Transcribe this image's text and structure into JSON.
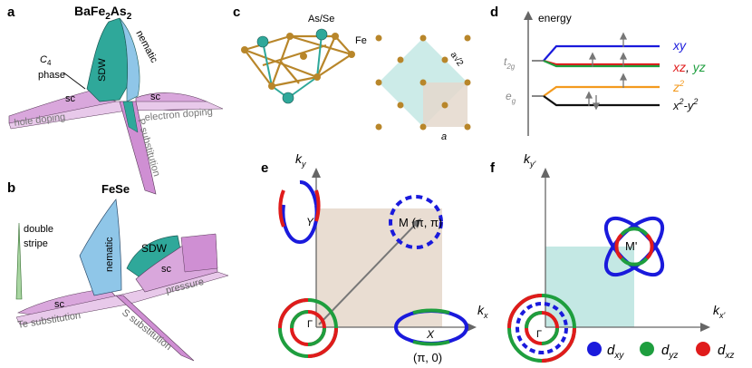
{
  "panels": {
    "a": {
      "letter": "a",
      "compound": "BaFe",
      "sub1": "2",
      "compound2": "As",
      "sub2": "2",
      "sdw": "SDW",
      "nematic": "nematic",
      "c4_top": "C",
      "c4_sub": "4",
      "c4_bottom": "phase",
      "sc_left": "sc",
      "sc_right": "sc",
      "hole": "hole doping",
      "electron": "electron doping",
      "p_sub": "P substitution"
    },
    "b": {
      "letter": "b",
      "compound": "FeSe",
      "double_stripe_1": "double",
      "double_stripe_2": "stripe",
      "nematic": "nematic",
      "sdw": "SDW",
      "sc_left": "sc",
      "sc_right": "sc",
      "te": "Te substitution",
      "s": "S substitution",
      "pressure": "pressure"
    },
    "c": {
      "letter": "c",
      "as_se": "As/Se",
      "fe": "Fe",
      "a_sqrt": "a√2",
      "a": "a"
    },
    "d": {
      "letter": "d",
      "energy": "energy",
      "t2g": "t",
      "t2g_sub": "2g",
      "eg": "e",
      "eg_sub": "g",
      "xy": "xy",
      "xz": "xz",
      "comma": ", ",
      "yz": "yz",
      "z2": "z",
      "z2_sup": "2",
      "x2y2_a": "x",
      "x2y2_sup1": "2",
      "x2y2_b": "-y",
      "x2y2_sup2": "2",
      "colors": {
        "xy": "#1a1adc",
        "xz": "#e01b1b",
        "yz": "#1e9e3e",
        "z2": "#f39a1e",
        "x2y2": "#111111"
      }
    },
    "e": {
      "letter": "e",
      "ky": "k",
      "ky_sub": "y",
      "kx": "k",
      "kx_sub": "x",
      "Y": "Y",
      "X": "X",
      "Gamma": "Γ",
      "M": "M (π, π)",
      "pi0": "(π, 0)"
    },
    "f": {
      "letter": "f",
      "ky": "k",
      "ky_sub": "y'",
      "kx": "k",
      "kx_sub": "x'",
      "M": "M'",
      "Gamma": "Γ",
      "legend": [
        {
          "label": "d",
          "sub": "xy",
          "color": "#1a1adc"
        },
        {
          "label": "d",
          "sub": "yz",
          "color": "#1e9e3e"
        },
        {
          "label": "d",
          "sub": "xz",
          "color": "#e01b1b"
        }
      ]
    }
  }
}
